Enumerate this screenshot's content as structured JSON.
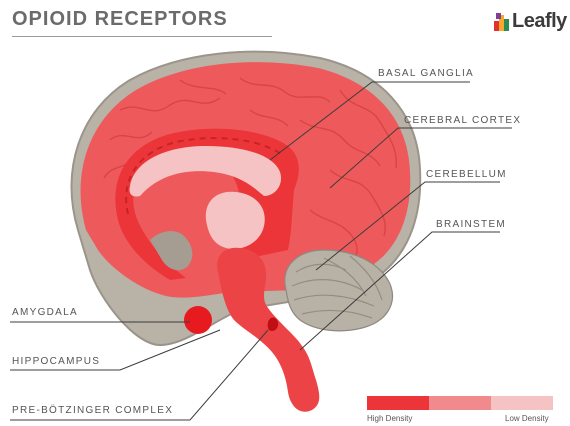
{
  "title": "OPIOID RECEPTORS",
  "brand": {
    "name": "Leafly",
    "colors": [
      "#e0312e",
      "#f7a92a",
      "#2f8a56",
      "#7f3f98"
    ]
  },
  "labels": {
    "basal_ganglia": "BASAL GANGLIA",
    "cerebral_cortex": "CEREBRAL CORTEX",
    "cerebellum": "CEREBELLUM",
    "brainstem": "BRAINSTEM",
    "amygdala": "AMYGDALA",
    "hippocampus": "HIPPOCAMPUS",
    "pre_botzinger": "PRE-BÖTZINGER COMPLEX"
  },
  "legend": {
    "high": "High Density",
    "low": "Low Density",
    "colors": [
      "#ec3538",
      "#f08a8d",
      "#f6c3c4"
    ]
  }
}
